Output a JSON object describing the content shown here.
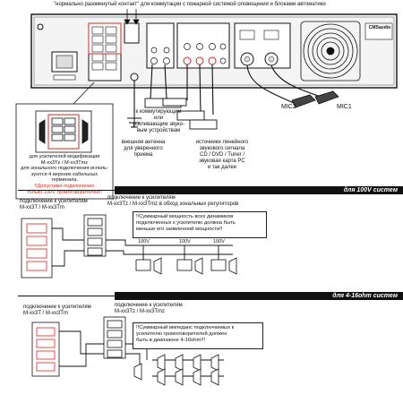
{
  "top_notes": {
    "nc_contact": "\"нормально разомкнутый контакт\" для коммутации с пожарной системой оповещения и блоками автоматики"
  },
  "amplifier": {
    "brand": "CMSaudio"
  },
  "labels": {
    "mic1": "MIC1",
    "mic2": "MIC2",
    "switching": "к коммутирующим\nили\nусиливающим звуко-\nвым устройствам",
    "antenna": "внешняя антенна\nдля уверенного\nприема",
    "line_sources": "источники линейного\nзвукового сигнала\nCD / DVD / Tuner /\nзвуковая карта PC\nи так далее",
    "zones_caption": "для усилителей модификации\nM-xx3Tz / M-xx3Tmz\nдля зонального подключения исполь-\nзуются 4 верхних кабельных\nтерминала.",
    "zones_warning": "!!Допустимо подключение\nтолько 100V громоговорителей!!"
  },
  "sections": {
    "v100": {
      "title": "для 100V систем",
      "conn_left": "подключение к усилителям\nM-xx3T / M-xx3Tm",
      "conn_right": "подключение к усилителям\nM-xx3Tz / M-xx3Tmz в обход зональных регуляторов",
      "note": "!!Суммарный мощность всех динамиков\nподключенных к усилителю должна быть\nменьше его заявленной мощности!!",
      "line_labels": [
        "100V",
        "100V",
        "100V"
      ]
    },
    "ohm": {
      "title": "для 4-16ohm систем",
      "conn_left": "подключение к усилителям\nM-xx3T / M-xx3Tm",
      "conn_right": "подключение к усилителям\nM-xx3Tz / M-xx3Tmz",
      "note": "!!Суммарный импеданс подключаемых к\nусилителю громоговорителей должен\nбыть в диапазоне 4-16ohm!!!"
    }
  }
}
